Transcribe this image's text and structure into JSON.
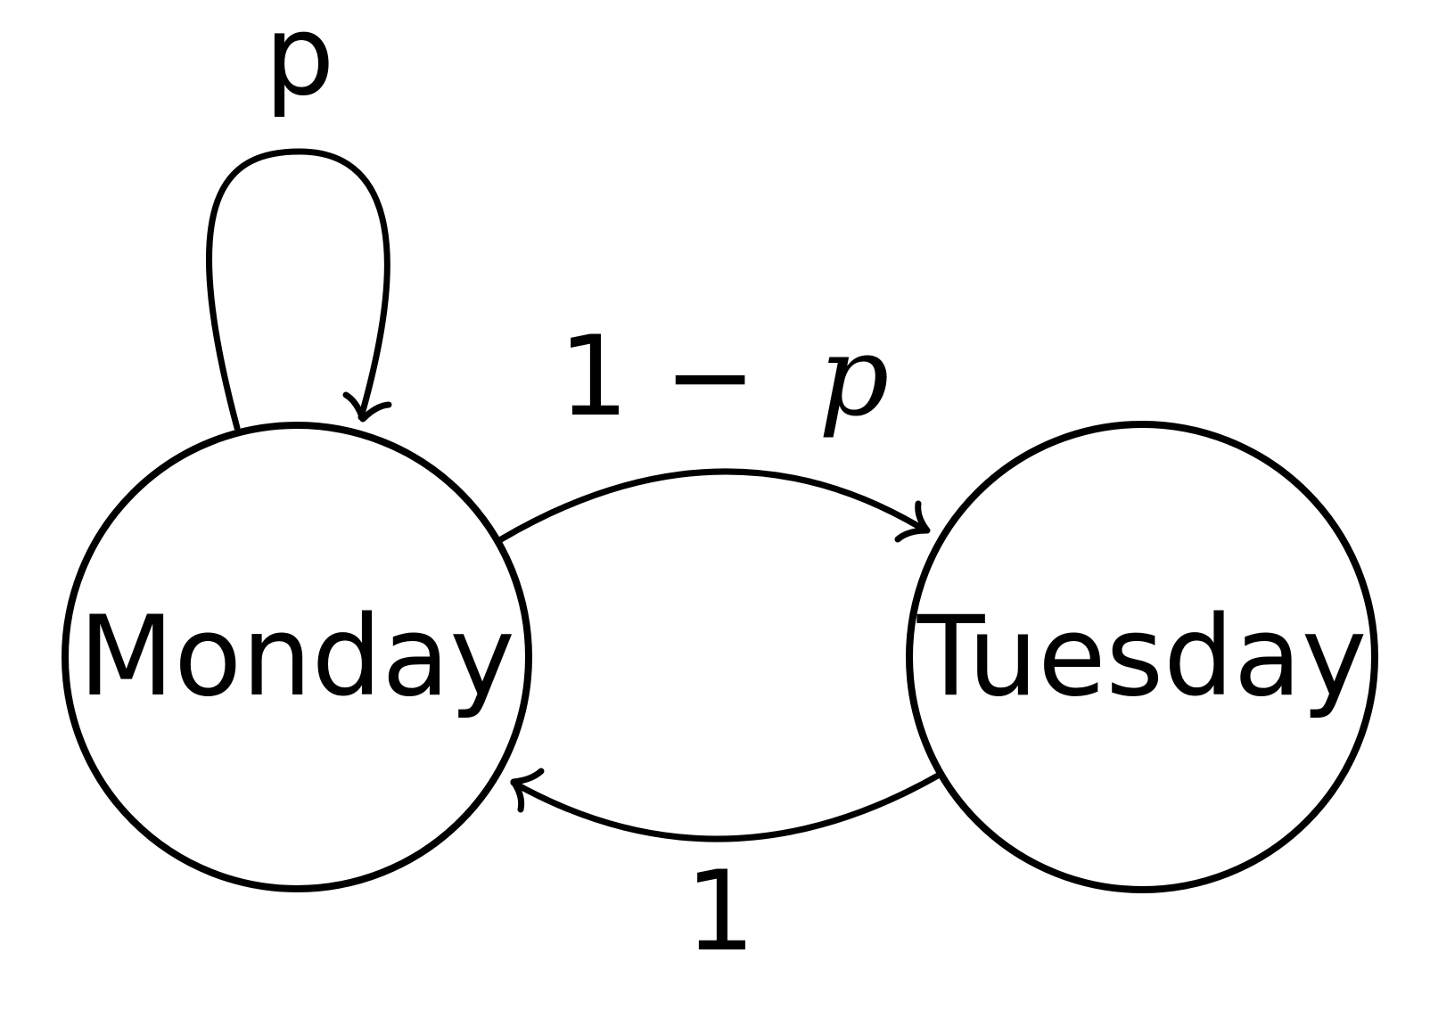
{
  "diagram": {
    "type": "state-transition",
    "states": [
      {
        "id": "monday",
        "label": "Monday"
      },
      {
        "id": "tuesday",
        "label": "Tuesday"
      }
    ],
    "transitions": [
      {
        "from": "monday",
        "to": "monday",
        "label": "p"
      },
      {
        "from": "monday",
        "to": "tuesday",
        "label_prefix": "1 −",
        "label_var": "p"
      },
      {
        "from": "tuesday",
        "to": "monday",
        "label": "1"
      }
    ]
  }
}
